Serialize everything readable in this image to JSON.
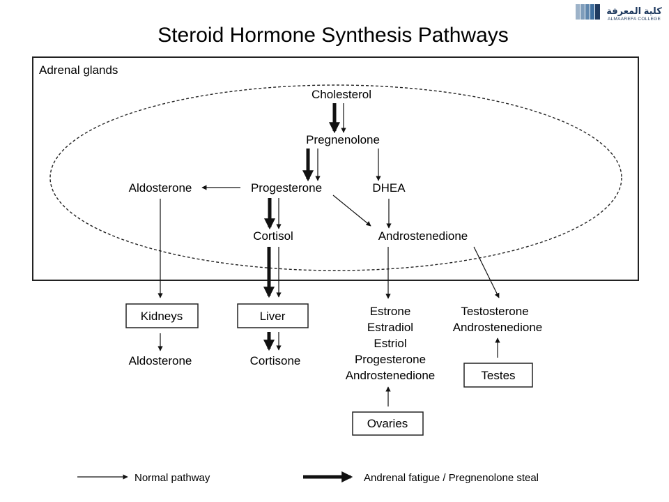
{
  "title": "Steroid Hormone Synthesis Pathways",
  "logo": {
    "arabic": "كلية المعرفة",
    "english": "ALMAAREFA COLLEGE",
    "color": "#1f3a5f"
  },
  "adrenal_label": "Adrenal glands",
  "nodes": {
    "cholesterol": "Cholesterol",
    "pregnenolone": "Pregnenolone",
    "progesterone": "Progesterone",
    "aldosterone_adrenal": "Aldosterone",
    "dhea": "DHEA",
    "cortisol": "Cortisol",
    "androstenedione": "Androstenedione"
  },
  "organs": {
    "kidneys": "Kidneys",
    "liver": "Liver",
    "ovaries": "Ovaries",
    "testes": "Testes"
  },
  "products": {
    "kidneys": "Aldosterone",
    "liver": "Cortisone",
    "ovarian": [
      "Estrone",
      "Estradiol",
      "Estriol",
      "Progesterone",
      "Androstenedione"
    ],
    "testicular": [
      "Testosterone",
      "Androstenedione"
    ]
  },
  "legend": {
    "normal": "Normal pathway",
    "fatigue": "Andrenal fatigue / Pregnenolone steal"
  }
}
